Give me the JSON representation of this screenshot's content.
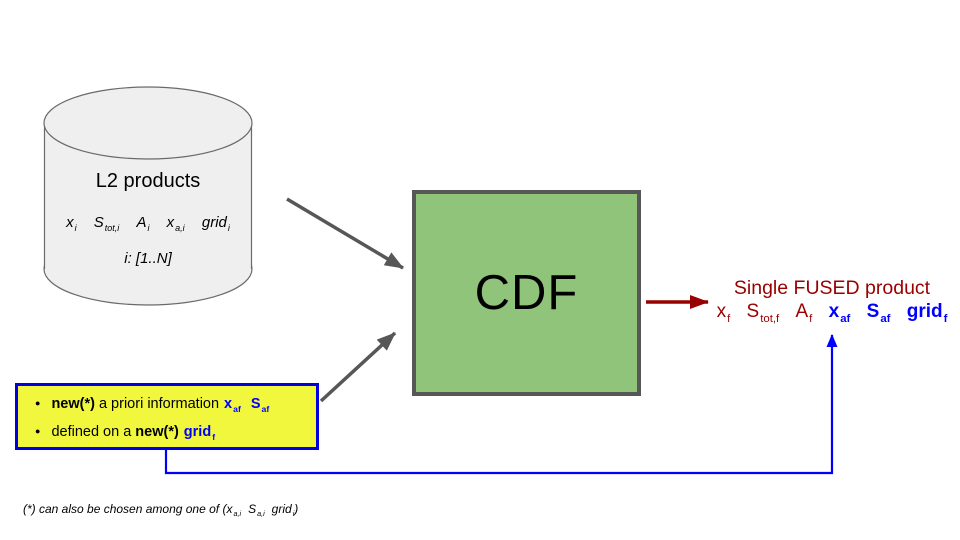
{
  "palette": {
    "dark_red": "#990000",
    "blue": "#0000ff",
    "note_border_blue": "#0000e0",
    "note_fill_yellow": "#f1f73d",
    "process_fill_green": "#90c47a",
    "arrow_gray": "#575757",
    "cylinder_fill": "#efefef"
  },
  "cylinder": {
    "title": "L2 products",
    "vars": [
      {
        "base": "x",
        "sub": "i"
      },
      {
        "base": "S",
        "sub": "tot,i"
      },
      {
        "base": "A",
        "sub": "i"
      },
      {
        "base": "x",
        "sub": "a,i"
      },
      {
        "base": "grid",
        "sub": "i"
      }
    ],
    "range_note": "i: [1..N]"
  },
  "cdf": {
    "label": "CDF"
  },
  "output": {
    "title": "Single FUSED product",
    "red_vars": [
      {
        "base": "x",
        "sub": "f"
      },
      {
        "base": "S",
        "sub": "tot,f"
      },
      {
        "base": "A",
        "sub": "f"
      }
    ],
    "blue_vars": [
      {
        "base": "x",
        "sub": "af"
      },
      {
        "base": "S",
        "sub": "af"
      },
      {
        "base": "grid",
        "sub": "f"
      }
    ]
  },
  "apriori": {
    "bullet_glyph": "●",
    "line1": {
      "bold": "new(*)",
      "text": " a priori information",
      "vars": [
        {
          "base": "x",
          "sub": "af"
        },
        {
          "base": "S",
          "sub": "af"
        }
      ]
    },
    "line2": {
      "text": "defined on a ",
      "bold": "new(*)",
      "vars": [
        {
          "base": "grid",
          "sub": "f"
        }
      ]
    }
  },
  "footnote": {
    "prefix": "(*) can also be chosen among one of (",
    "vars": [
      {
        "base": "x",
        "sub": "a,i"
      },
      {
        "base": "S",
        "sub": "a,i"
      },
      {
        "base": "grid",
        "sub": "i"
      }
    ],
    "suffix": ")"
  }
}
